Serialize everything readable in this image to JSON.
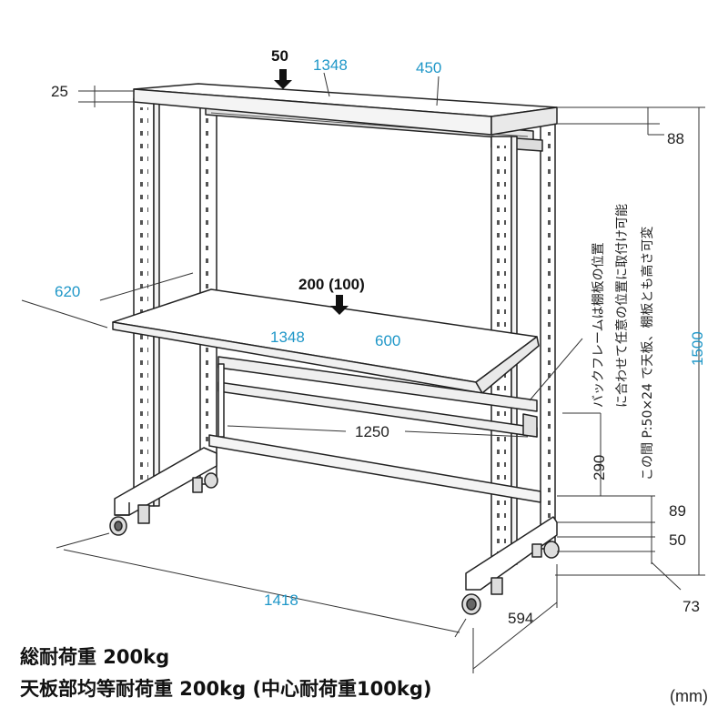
{
  "loads": {
    "top_shelf": "50",
    "desk": "200 (100)"
  },
  "dimensions": {
    "top_thickness": "25",
    "top_width": "1348",
    "top_depth": "450",
    "right_88": "88",
    "height_total": "1500",
    "desk_offset": "620",
    "desk_width": "1348",
    "desk_depth": "600",
    "inner_width": "1250",
    "height_290": "290",
    "height_89": "89",
    "height_50": "50",
    "height_73": "73",
    "base_width": "1418",
    "base_depth": "594"
  },
  "note_lines": [
    "バックフレームは棚板の位置",
    "に合わせて任意の位置に取付け可能",
    "この間 P:50×24 で天板、棚板とも高さ可変"
  ],
  "specs": {
    "line1": "総耐荷重 200kg",
    "line2": "天板部均等耐荷重 200kg (中心耐荷重100kg)"
  },
  "unit": "(mm)"
}
